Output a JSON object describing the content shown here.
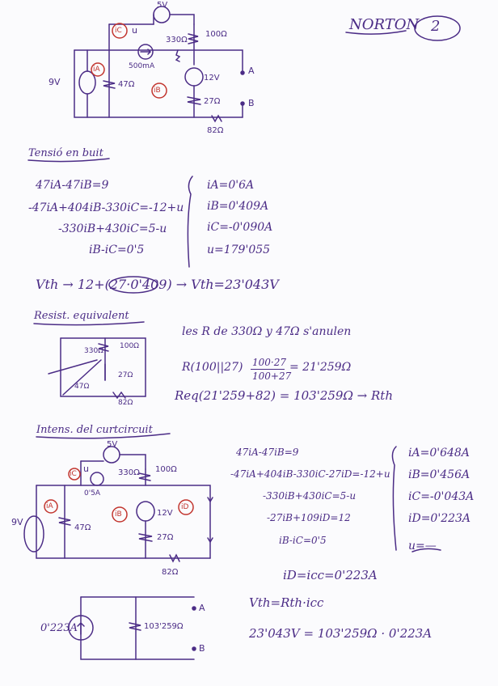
{
  "header": {
    "title": "NORTON",
    "number": "2"
  },
  "circuit1": {
    "v_left": "9V",
    "v_top": "5V",
    "r_100": "100Ω",
    "r_330": "330Ω",
    "r_47": "47Ω",
    "r_27": "27Ω",
    "r_82": "82Ω",
    "v_mid": "12V",
    "current_src": "500mA",
    "node_a": "A",
    "node_b": "B",
    "mesh_a": "iA",
    "mesh_b": "iB",
    "mesh_c": "iC",
    "u_label": "u"
  },
  "section1": {
    "heading": "Tensió en buit",
    "equations": [
      "47iA-47iB=9",
      "-47iA+404iB-330iC=-12+u",
      "-330iB+430iC=5-u",
      "iB-iC=0'5"
    ],
    "results": [
      "iA=0'6A",
      "iB=0'409A",
      "iC=-0'090A",
      "u=179'055"
    ],
    "vth_line": "Vth → 12+(27·0'409) → Vth=23'043V"
  },
  "section2": {
    "heading": "Resist. equivalent",
    "note": "les R de 330Ω y 47Ω s'anulen",
    "r_line_lhs": "R(100||27)",
    "r_frac_num": "100·27",
    "r_frac_den": "100+27",
    "r_line_rhs": "= 21'259Ω",
    "req_line": "Req(21'259+82) = 103'259Ω → Rth",
    "c_r100": "100Ω",
    "c_r330": "330Ω",
    "c_r47": "47Ω",
    "c_r27": "27Ω",
    "c_r82": "82Ω"
  },
  "section3": {
    "heading": "Intens. del curtcircuit",
    "equations": [
      "47iA-47iB=9",
      "-47iA+404iB-330iC-27iD=-12+u",
      "-330iB+430iC=5-u",
      "-27iB+109iD=12",
      "iB-iC=0'5"
    ],
    "results": [
      "iA=0'648A",
      "iB=0'456A",
      "iC=-0'043A",
      "iD=0'223A",
      "u=—"
    ],
    "icc_line": "iD=icc=0'223A",
    "vth_eq": "Vth=Rth·icc",
    "vth_num": "23'043V = 103'259Ω · 0'223A"
  },
  "circuit3": {
    "v_left": "9V",
    "v_top": "5V",
    "r_100": "100Ω",
    "r_330": "330Ω",
    "r_47": "47Ω",
    "r_27": "27Ω",
    "r_82": "82Ω",
    "v_mid": "12V",
    "current_src": "0'5A",
    "mesh_a": "iA",
    "mesh_b": "iB",
    "mesh_c": "iC",
    "mesh_d": "iD",
    "u_label": "u"
  },
  "norton": {
    "source": "0'223A",
    "resistor": "103'259Ω",
    "node_a": "A",
    "node_b": "B"
  }
}
